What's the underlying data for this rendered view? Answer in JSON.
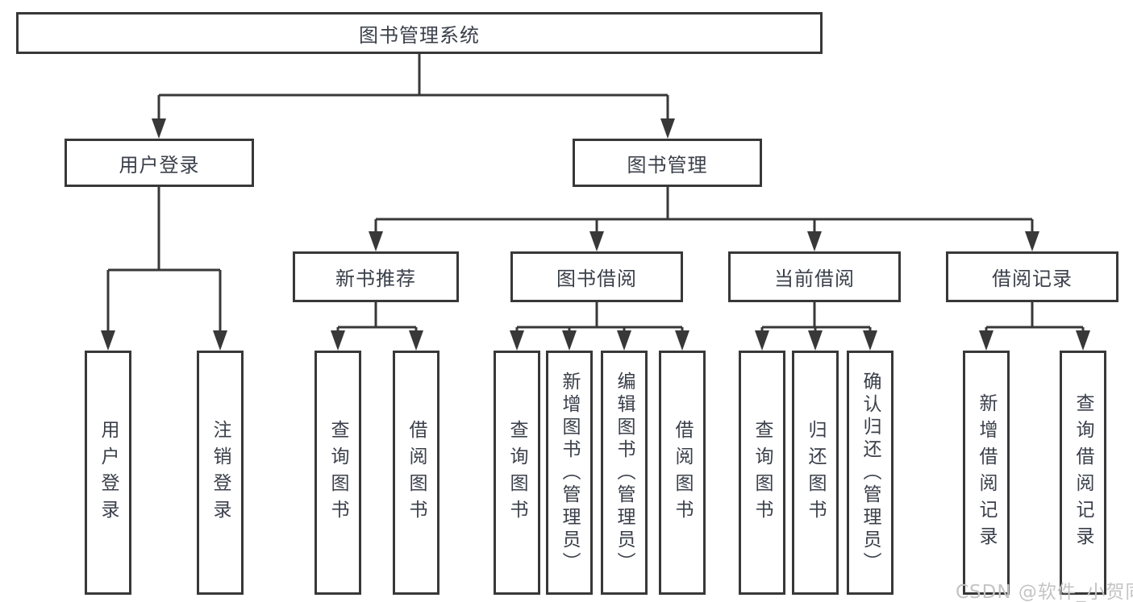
{
  "colors": {
    "line": "#383838",
    "node_border": "#383838",
    "node_text": "#3a3f4a",
    "background": "#ffffff",
    "watermark_text_color": "#c4c4c4"
  },
  "nodes": {
    "root": "图书管理系统",
    "user_login": "用户登录",
    "book_mgmt": "图书管理",
    "new_book_rec": "新书推荐",
    "book_borrow": "图书借阅",
    "current_borrow": "当前借阅",
    "borrow_record": "借阅记录",
    "ul_user_login": "用户登录",
    "ul_logout": "注销登录",
    "nb_query_book": "查询图书",
    "nb_borrow_book": "借阅图书",
    "bb_query_book": "查询图书",
    "bb_add_book": "新增图书（管理员）",
    "bb_edit_book": "编辑图书（管理员）",
    "bb_borrow_book": "借阅图书",
    "cb_query_book": "查询图书",
    "cb_return_book": "归还图书",
    "cb_confirm_return": "确认归还（管理员）",
    "br_add_record": "新增借阅记录",
    "br_query_record": "查询借阅记录"
  },
  "watermark": "CSDN @软件_小贺同学"
}
